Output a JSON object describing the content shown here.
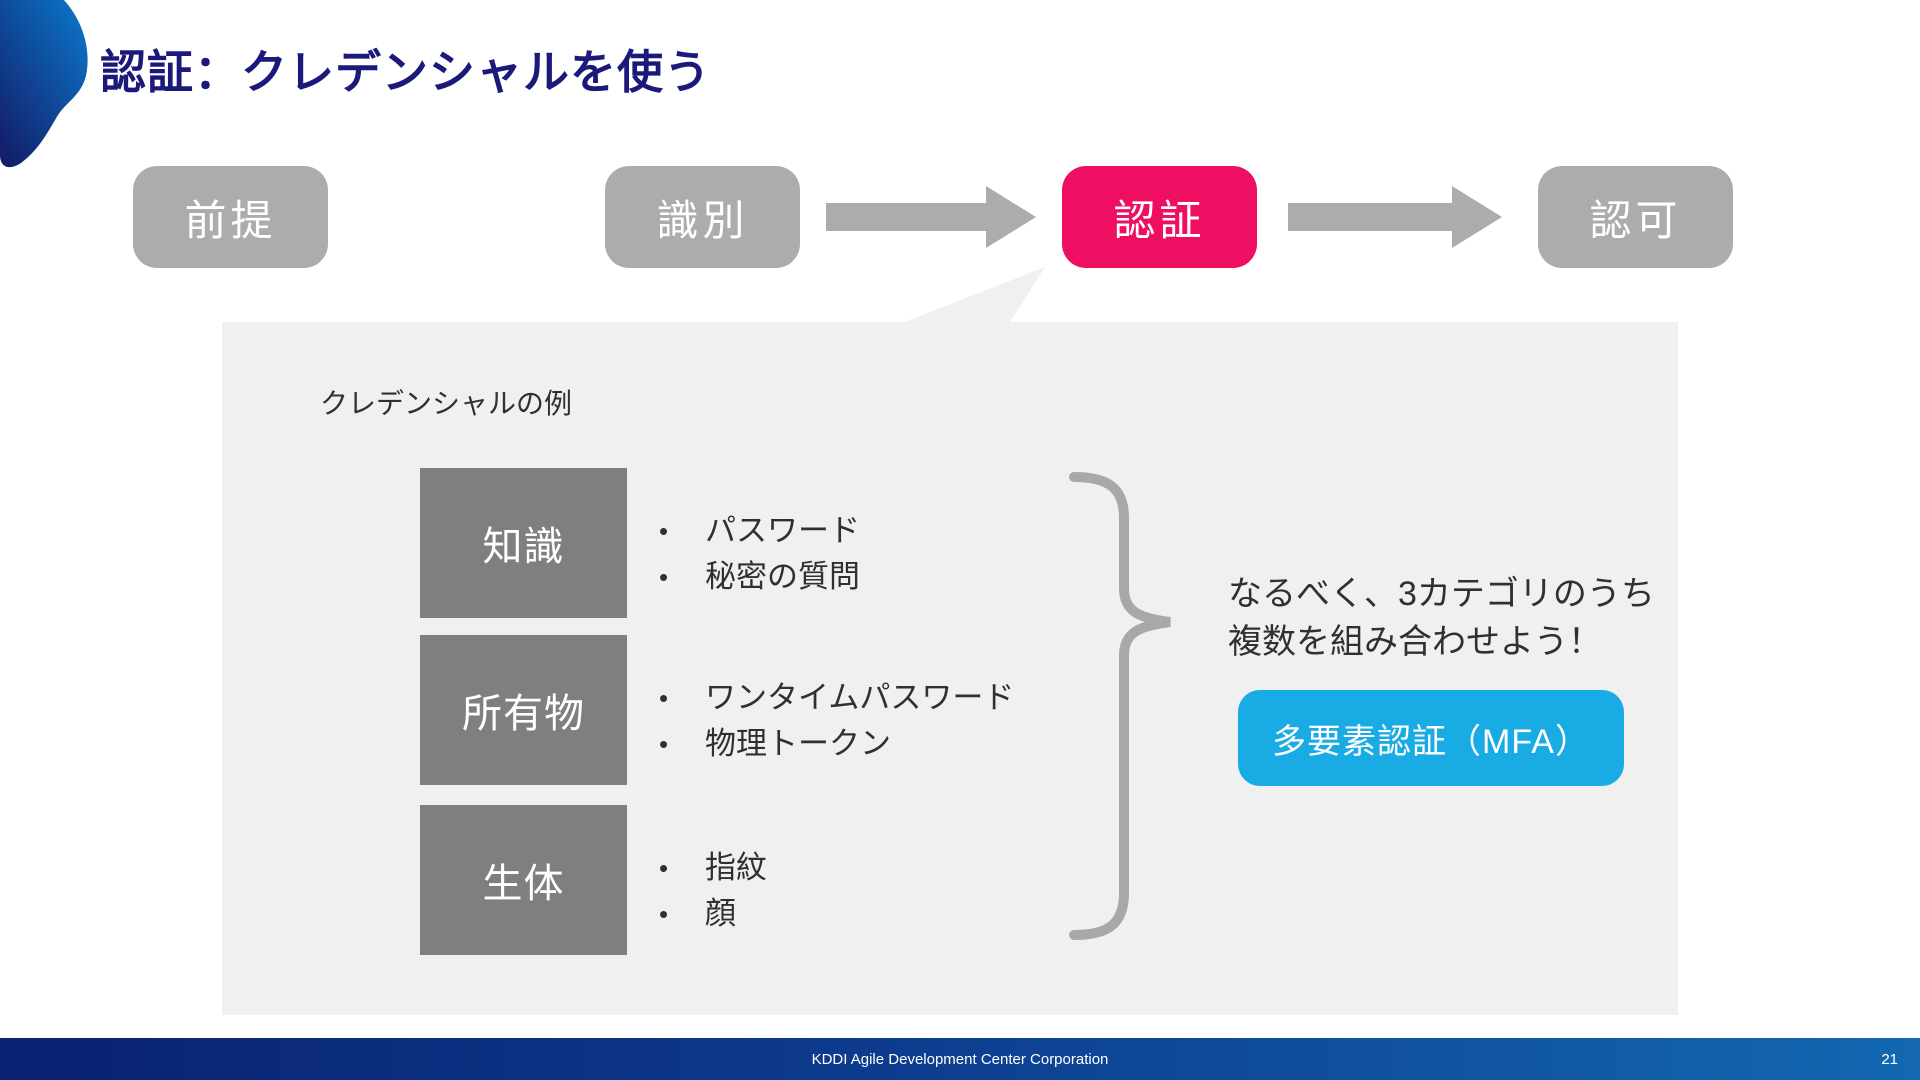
{
  "title": "認証：クレデンシャルを使う",
  "flow": {
    "steps": [
      {
        "label": "前提",
        "active": false
      },
      {
        "label": "識別",
        "active": false
      },
      {
        "label": "認証",
        "active": true
      },
      {
        "label": "認可",
        "active": false
      }
    ]
  },
  "panel": {
    "heading": "クレデンシャルの例",
    "categories": [
      {
        "label": "知識",
        "items": [
          "パスワード",
          "秘密の質問"
        ]
      },
      {
        "label": "所有物",
        "items": [
          "ワンタイムパスワード",
          "物理トークン"
        ]
      },
      {
        "label": "生体",
        "items": [
          "指紋",
          "顔"
        ]
      }
    ],
    "advice_line1": "なるべく、3カテゴリのうち",
    "advice_line2": "複数を組み合わせよう！",
    "mfa_button_label": "多要素認証（MFA）"
  },
  "footer": {
    "company": "KDDI Agile Development Center Corporation",
    "page_number": "21"
  },
  "colors": {
    "accent_pink": "#ee0f63",
    "accent_cyan": "#19ace4",
    "title_navy": "#1b1a7a",
    "flow_gray": "#acacac",
    "category_gray": "#7f7f7f",
    "panel_gray": "#f0f0f0",
    "brace_gray": "#a8a8a8"
  }
}
